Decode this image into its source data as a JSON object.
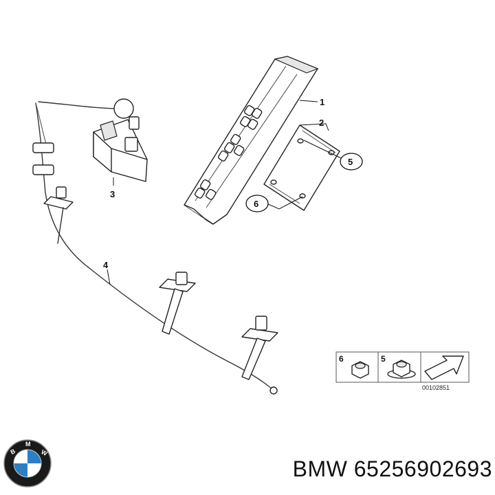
{
  "callouts": {
    "p1": "1",
    "p2": "2",
    "p3": "3",
    "p4": "4",
    "p5": "5",
    "p6": "6"
  },
  "legend": {
    "item_6": "6",
    "item_5": "5",
    "ref_number": "00102851"
  },
  "footer": {
    "text": "BMW 65256902693"
  },
  "logo": {
    "brand_letters": "BMW",
    "colors": {
      "ring": "#1a1a1a",
      "blue": "#2b7fc2",
      "white": "#ffffff"
    }
  }
}
